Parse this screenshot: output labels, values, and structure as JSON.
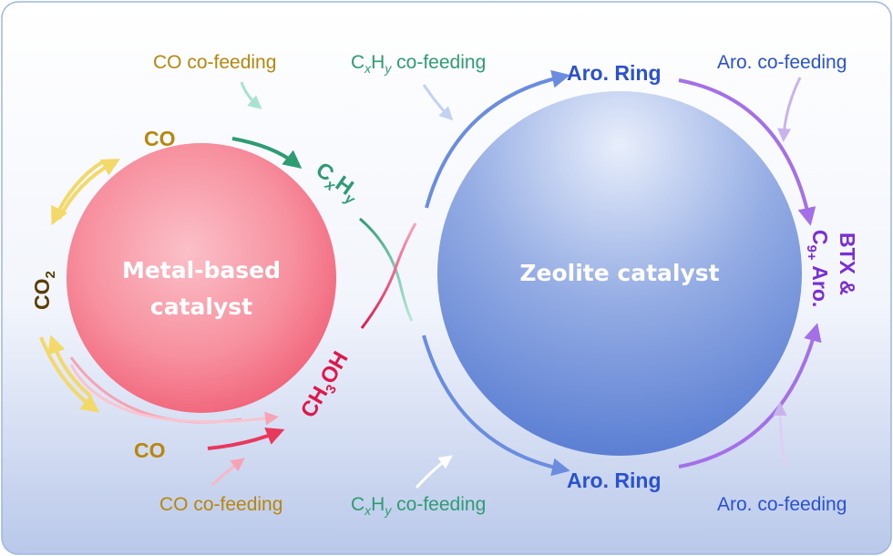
{
  "colors": {
    "gold": "#b8860b",
    "teal": "#2e9c73",
    "crimson": "#e0184a",
    "brown": "#5a3e05",
    "blue": "#2a52cf",
    "purple": "#7a2fd6",
    "co_cofeed_top": "#c8a03a",
    "co_cofeed_bottom": "#c8a03a"
  },
  "labels": {
    "co_cofeeding_top": "CO co-feeding",
    "cxhy_cofeeding_top": {
      "c": "C",
      "x": "x",
      "h": "H",
      "y": "y",
      "rest": " co-feeding"
    },
    "aro_cofeeding_top": "Aro. co-feeding",
    "co_cofeeding_bottom": "CO co-feeding",
    "cxhy_cofeeding_bottom": {
      "c": "C",
      "x": "x",
      "h": "H",
      "y": "y",
      "rest": " co-feeding"
    },
    "aro_cofeeding_bottom": "Aro. co-feeding",
    "co_top": "CO",
    "co_bottom": "CO",
    "co2": {
      "main": "CO",
      "sub": "2"
    },
    "cxhy": {
      "c": "C",
      "x": "x",
      "h": "H",
      "y": "y"
    },
    "ch3oh": {
      "ch": "CH",
      "sub": "3",
      "oh": "OH"
    },
    "aro_ring_top": "Aro. Ring",
    "aro_ring_bottom": "Aro. Ring",
    "btx_line1": "BTX &",
    "btx_line2": {
      "c": "C",
      "sub": "9+",
      "rest": " Aro."
    }
  },
  "circles": {
    "metal": {
      "line1": "Metal-based",
      "line2": "catalyst"
    },
    "zeolite": {
      "label": "Zeolite catalyst"
    }
  }
}
